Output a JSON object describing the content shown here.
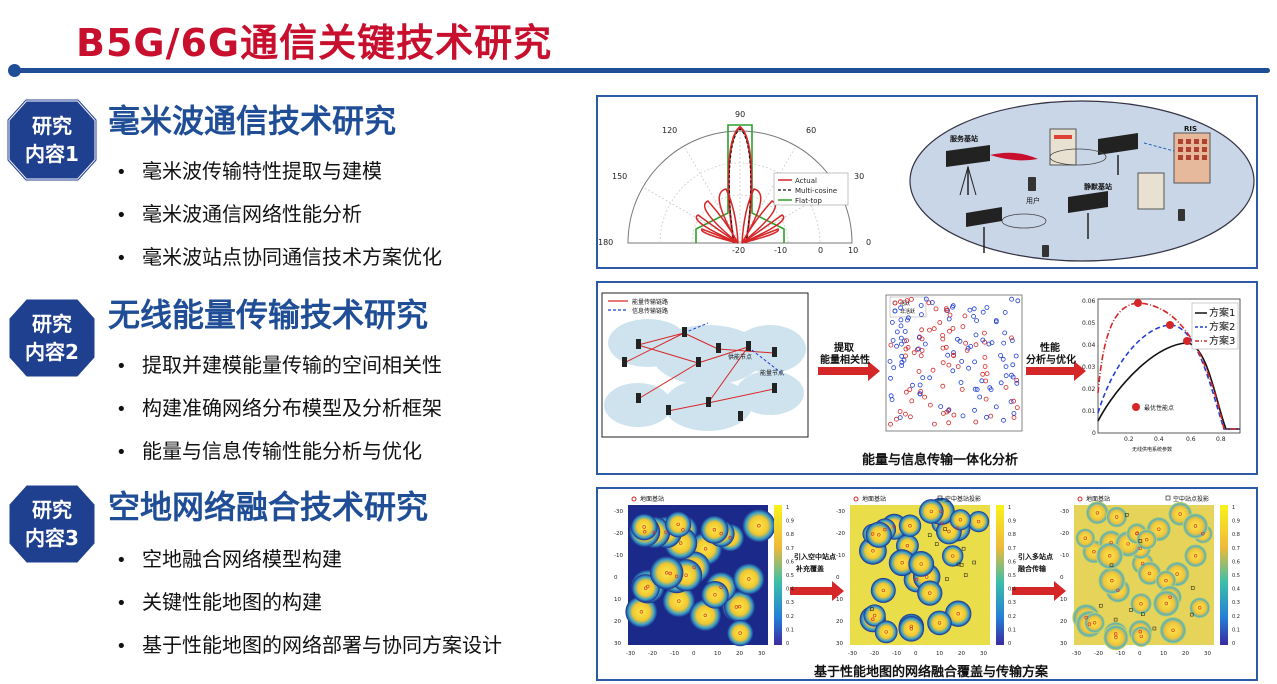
{
  "title": "B5G/6G通信关键技术研究",
  "sections": [
    {
      "badge": [
        "研究",
        "内容1"
      ],
      "title": "毫米波通信技术研究",
      "bullets": [
        "毫米波传输特性提取与建模",
        "毫米波通信网络性能分析",
        "毫米波站点协同通信技术方案优化"
      ]
    },
    {
      "badge": [
        "研究",
        "内容2"
      ],
      "title": "无线能量传输技术研究",
      "bullets": [
        "提取并建模能量传输的空间相关性",
        "构建准确网络分布模型及分析框架",
        "能量与信息传输性能分析与优化"
      ]
    },
    {
      "badge": [
        "研究",
        "内容3"
      ],
      "title": "空地网络融合技术研究",
      "bullets": [
        "空地融合网络模型构建",
        "关键性能地图的构建",
        "基于性能地图的网络部署与协同方案设计"
      ]
    }
  ],
  "bullet_glyph": "•",
  "panel1": {
    "polar": {
      "angle_labels": [
        "90",
        "120",
        "60",
        "150",
        "30",
        "180",
        "0"
      ],
      "radial_labels": [
        "-20",
        "-10",
        "0",
        "10"
      ],
      "legend": [
        "Actual",
        "Multi-cosine",
        "Flat-top"
      ],
      "legend_colors": [
        "#d62728",
        "#111111",
        "#2ca02c"
      ]
    },
    "network": {
      "labels": [
        "服务基站",
        "RIS",
        "用户",
        "静默基站"
      ]
    }
  },
  "panel2": {
    "diagram_legend": [
      "能量传输链路",
      "信息传输链路"
    ],
    "diagram_node_labels": [
      "供能节点",
      "能量节点"
    ],
    "scatter_legend": [
      "活跃",
      "非活跃"
    ],
    "arrow1": [
      "提取",
      "能量相关性"
    ],
    "arrow2": [
      "性能",
      "分析与优化"
    ],
    "chart_labels": [
      "方案1",
      "方案2",
      "方案3"
    ],
    "chart_colors": [
      "#111111",
      "#1f3fd6",
      "#d62728"
    ],
    "chart_annotation": "最优性能点",
    "chart_xlabel": "无线供电系统参数",
    "chart_yticks": [
      "0.06",
      "0.05",
      "0.04",
      "0.03",
      "0.02",
      "0.01",
      "0"
    ],
    "chart_xticks": [
      "0.2",
      "0.4",
      "0.6",
      "0.8"
    ],
    "caption": "能量与信息传输一体化分析"
  },
  "panel3": {
    "legend_ground": "地面基站",
    "legend_air": "空中基站投影",
    "legend_air_node": "空中站点投影",
    "arrow1": [
      "引入空中站点",
      "补充覆盖"
    ],
    "arrow2": [
      "引入多站点",
      "融合传输"
    ],
    "axis_ticks": [
      "-30",
      "-20",
      "-10",
      "0",
      "10",
      "20",
      "30"
    ],
    "colorbar_ticks": [
      "1",
      "0.9",
      "0.8",
      "0.7",
      "0.6",
      "0.5",
      "0.4",
      "0.3",
      "0.2",
      "0.1",
      "0"
    ],
    "caption": "基于性能地图的网络融合覆盖与传输方案"
  }
}
